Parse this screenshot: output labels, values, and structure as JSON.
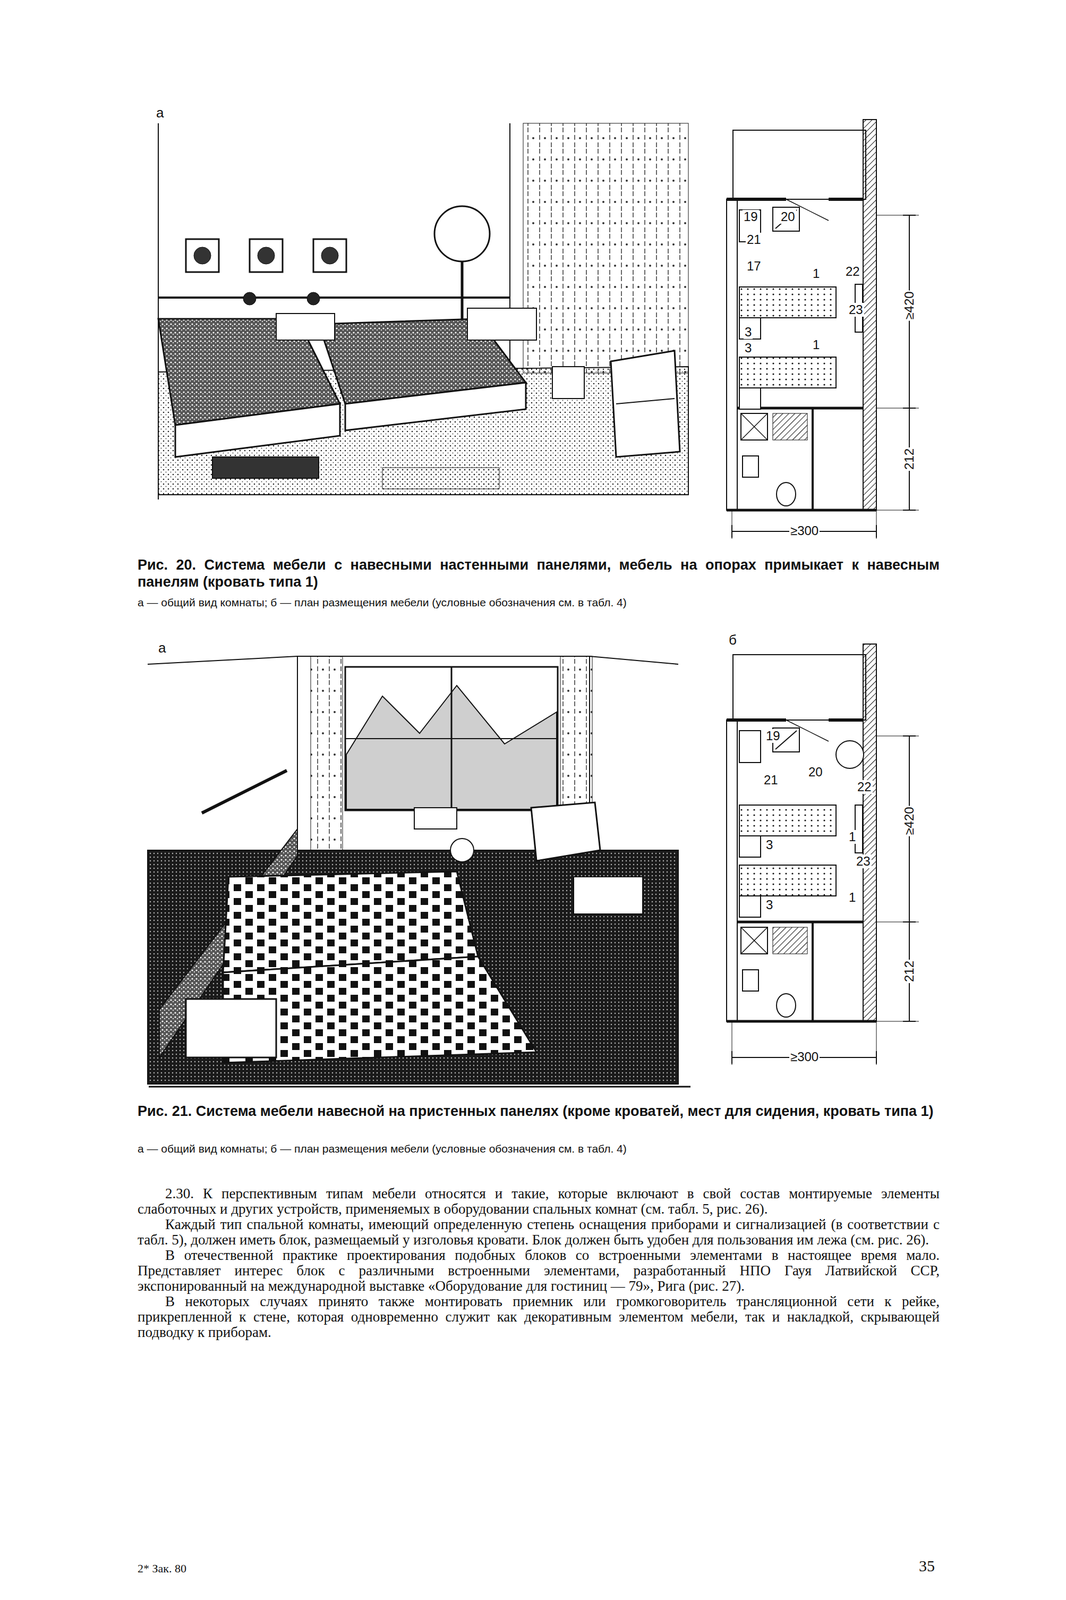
{
  "diagram": {
    "labels": [
      "а",
      "19",
      "20",
      "21",
      "17",
      "1",
      "22",
      "23",
      "3",
      "3",
      "1",
      "≥420",
      "212",
      "≥300",
      "Рис. 20. Система мебели с навесными настенными панелями, мебель на опорах примыкает к навесным панелям (кровать типа 1)",
      "а — общий вид комнаты; б — план размещения мебели (условные обозначения см. в табл. 4)",
      "а",
      "б",
      "19",
      "20",
      "21",
      "22",
      "3",
      "1",
      "23",
      "3",
      "1",
      "≥420",
      "212",
      "≥300",
      "Рис. 21. Система мебели навесной на пристенных панелях (кроме кроватей, мест для сидения, кровать типа 1)",
      "а — общий вид комнаты; б — план размещения мебели (условные обозначения см. в табл. 4)",
      "2.30. К перспективным типам мебели относятся и такие, которые включают в свой состав монтируемые элементы слаботочных и других устройств, применяемых в оборудовании спальных комнат (см. табл. 5, рис. 26).",
      "Каждый тип спальной комнаты, имеющий определенную степень оснащения приборами и сигнализацией (в соответствии с табл. 5), должен иметь блок, размещаемый у изголовья кровати. Блок должен быть удобен для пользования им лежа (см. рис. 26).",
      "В отечественной практике проектирования подобных блоков со встроенными элементами в настоящее время мало. Представляет интерес блок с различными встроенными элементами, разработанный НПО Гауя Латвийской ССР, экспонированный на международной выставке «Оборудование для гостиниц — 79», Рига (рис. 27).",
      "В некоторых случаях принято также монтировать приемник или громкоговоритель трансляционной сети к рейке, прикрепленной к стене, которая одновременно служит как декоративным элементом мебели, так и накладкой, скрывающей подводку к приборам.",
      "2* Зак. 80",
      "35"
    ]
  }
}
